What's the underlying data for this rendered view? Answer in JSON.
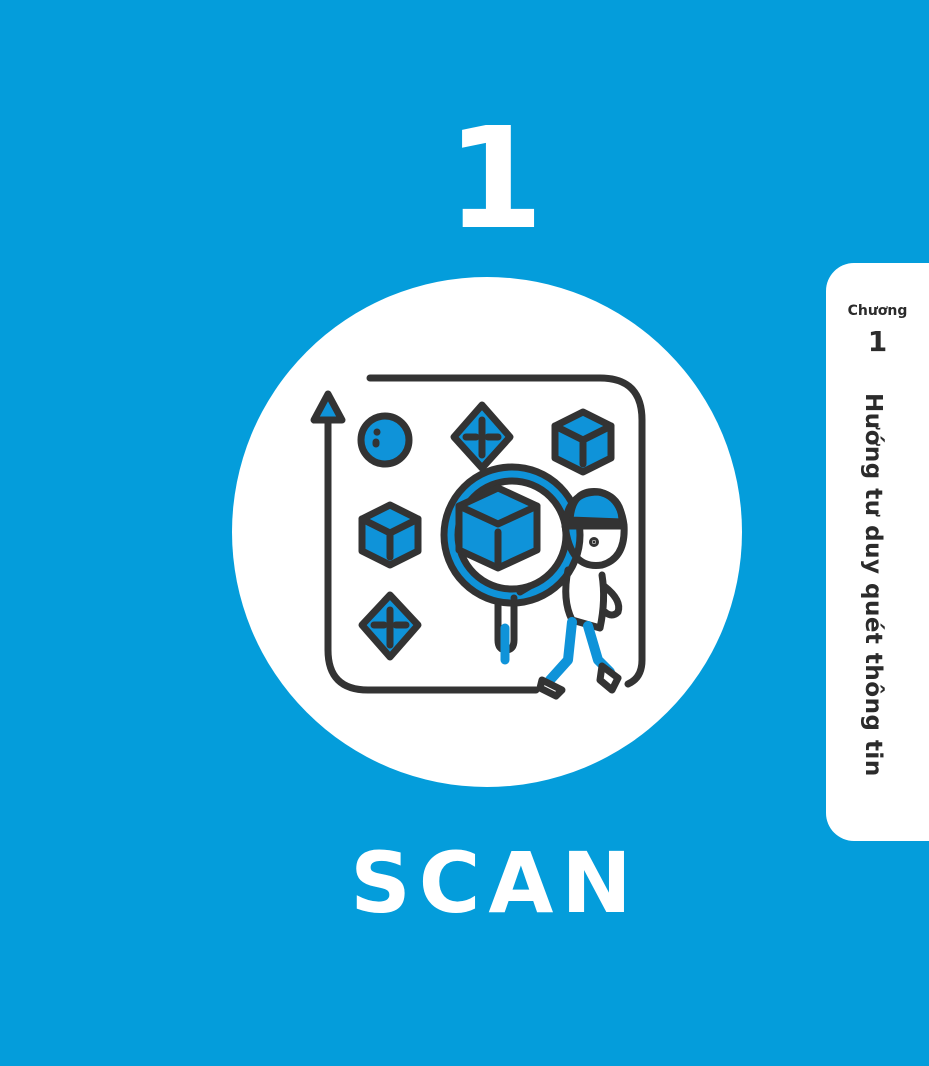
{
  "page": {
    "chapter_number": "1",
    "title": "SCAN",
    "background_color": "#049ddb",
    "accent_color": "#0f93d9",
    "outline_color": "#333333"
  },
  "side_tab": {
    "label": "Chương",
    "number": "1",
    "text": "Hướng tư duy quét thông tin"
  },
  "illustration": {
    "icon": "person-magnifying-glass-scan-icon",
    "elements": [
      "upward-arrow",
      "sphere",
      "diamond",
      "cube",
      "cube",
      "diamond",
      "magnifying-glass-with-cube",
      "boy-character"
    ]
  }
}
